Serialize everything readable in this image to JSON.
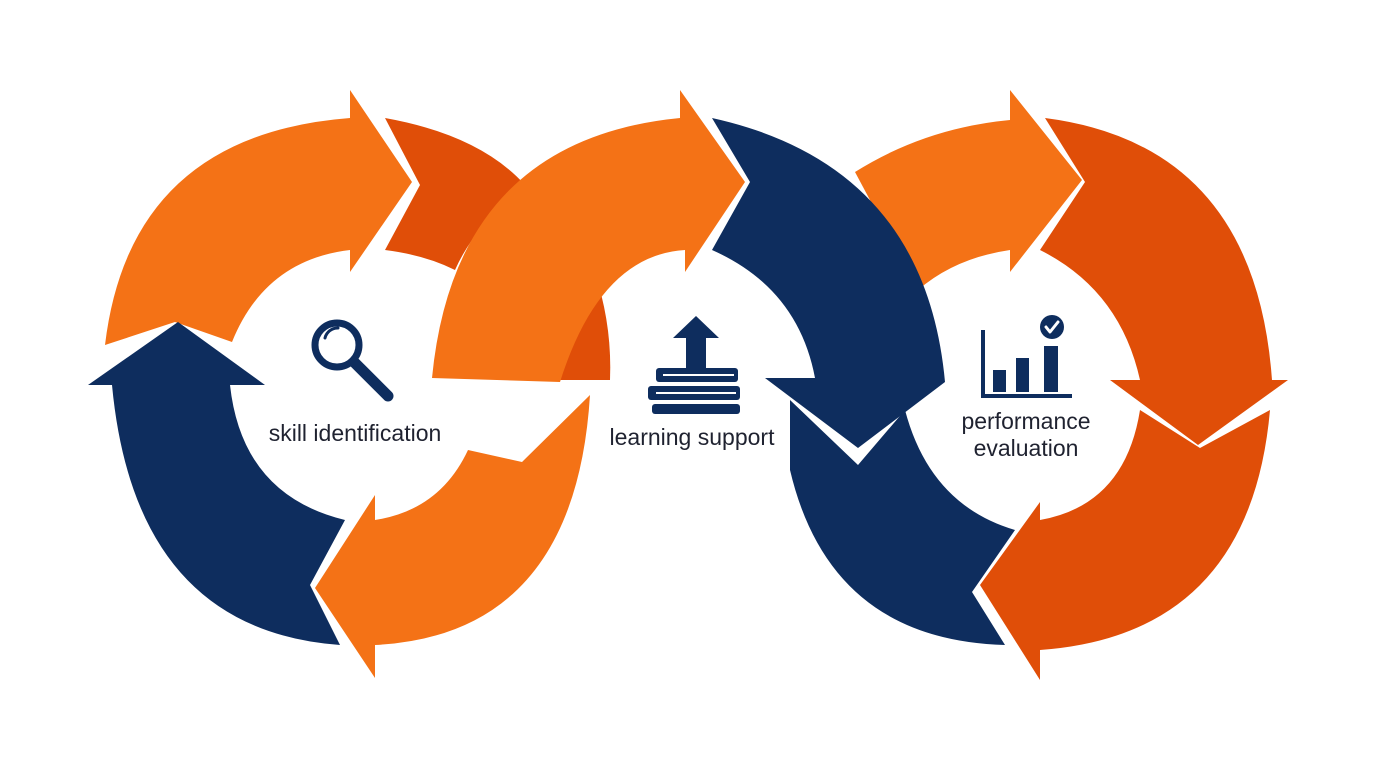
{
  "colors": {
    "orange": "#F47216",
    "dark_orange": "#E04E08",
    "navy": "#0E2D5E",
    "background": "#FFFFFF",
    "label_text": "#1F2230"
  },
  "stages": [
    {
      "id": "skill-identification",
      "label": "skill identification",
      "icon": "magnifying-glass-icon"
    },
    {
      "id": "learning-support",
      "label": "learning support",
      "icon": "books-with-up-arrow-icon"
    },
    {
      "id": "performance-evaluation",
      "label_lines": [
        "performance",
        "evaluation"
      ],
      "icon": "bar-chart-check-icon"
    }
  ]
}
